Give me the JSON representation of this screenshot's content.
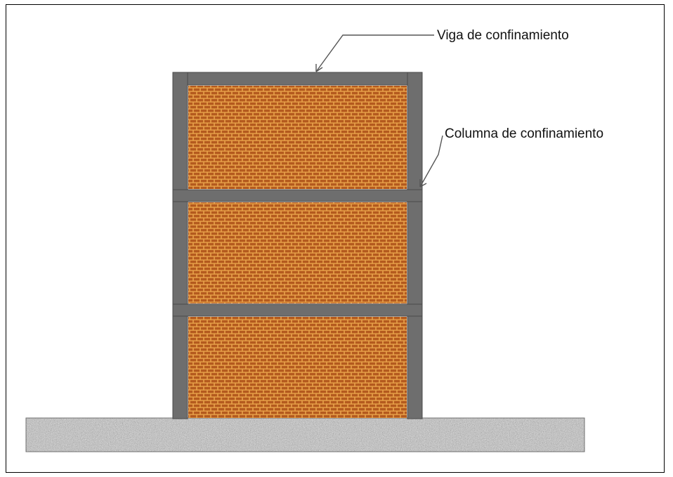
{
  "labels": {
    "beam": "Viga de confinamiento",
    "column": "Columna de confinamiento"
  },
  "colors": {
    "frame_concrete": "#6e6e6e",
    "frame_edge": "#4a4a4a",
    "mortar": "#e8a24a",
    "brick_dark": "#a8501a",
    "brick_light": "#c96a24",
    "foundation": "#b8b8b8",
    "leader_line": "#555555"
  },
  "icons": {
    "brick_infill": "brick-pattern",
    "foundation_fill": "concrete-speckle-pattern"
  }
}
